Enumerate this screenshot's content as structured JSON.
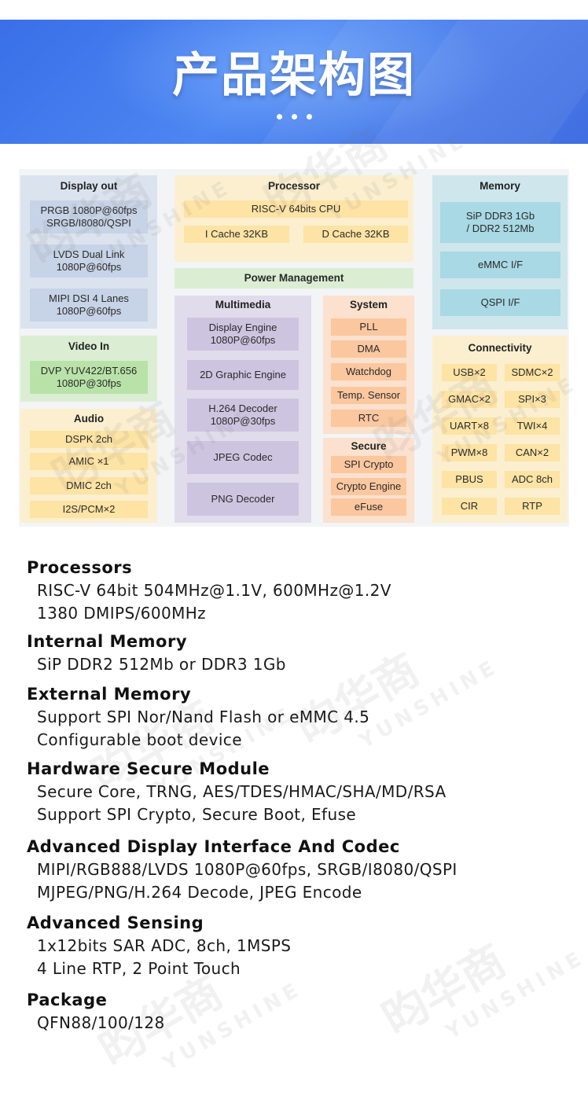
{
  "header": {
    "title": "产品架构图"
  },
  "watermark": {
    "cn": "昀华商",
    "en": "YUNSHINE"
  },
  "diagram": {
    "display_out": {
      "title": "Display out",
      "items": [
        "PRGB 1080P@60fps\nSRGB/I8080/QSPI",
        "LVDS Dual Link\n1080P@60fps",
        "MIPI DSI 4 Lanes\n1080P@60fps"
      ]
    },
    "video_in": {
      "title": "Video In",
      "items": [
        "DVP YUV422/BT.656\n1080P@30fps"
      ]
    },
    "audio": {
      "title": "Audio",
      "items": [
        "DSPK 2ch",
        "AMIC ×1",
        "DMIC 2ch",
        "I2S/PCM×2"
      ]
    },
    "processor": {
      "title": "Processor",
      "cpu": "RISC-V 64bits CPU",
      "icache": "I Cache 32KB",
      "dcache": "D Cache 32KB"
    },
    "power": {
      "title": "Power Management"
    },
    "multimedia": {
      "title": "Multimedia",
      "items": [
        "Display Engine\n1080P@60fps",
        "2D Graphic Engine",
        "H.264 Decoder\n1080P@30fps",
        "JPEG Codec",
        "PNG Decoder"
      ]
    },
    "system": {
      "title": "System",
      "items": [
        "PLL",
        "DMA",
        "Watchdog",
        "Temp. Sensor",
        "RTC"
      ]
    },
    "secure": {
      "title": "Secure",
      "items": [
        "SPI Crypto",
        "Crypto Engine",
        "eFuse"
      ]
    },
    "memory": {
      "title": "Memory",
      "items": [
        "SiP DDR3 1Gb\n/ DDR2 512Mb",
        "eMMC I/F",
        "QSPI  I/F"
      ]
    },
    "connectivity": {
      "title": "Connectivity",
      "items": [
        "USB×2",
        "SDMC×2",
        "GMAC×2",
        "SPI×3",
        "UART×8",
        "TWI×4",
        "PWM×8",
        "CAN×2",
        "PBUS",
        "ADC 8ch",
        "CIR",
        "RTP"
      ]
    }
  },
  "specs": [
    {
      "heading": "Processors",
      "lines": [
        "RISC-V 64bit 504MHz@1.1V, 600MHz@1.2V",
        "1380 DMIPS/600MHz"
      ]
    },
    {
      "heading": "Internal Memory",
      "lines": [
        "SiP DDR2 512Mb or DDR3 1Gb"
      ]
    },
    {
      "heading": "External Memory",
      "lines": [
        "Support SPI Nor/Nand Flash or eMMC 4.5",
        "Configurable boot device"
      ]
    },
    {
      "heading": "Hardware Secure Module",
      "lines": [
        "Secure Core, TRNG, AES/TDES/HMAC/SHA/MD/RSA",
        "Support SPI Crypto, Secure Boot, Efuse"
      ]
    },
    {
      "heading": "Advanced Display Interface And Codec",
      "lines": [
        "MIPI/RGB888/LVDS 1080P@60fps, SRGB/I8080/QSPI",
        "MJPEG/PNG/H.264 Decode, JPEG Encode"
      ]
    },
    {
      "heading": "Advanced Sensing",
      "lines": [
        "1x12bits SAR ADC, 8ch, 1MSPS",
        "4 Line RTP, 2 Point Touch"
      ]
    },
    {
      "heading": "Package",
      "lines": [
        "QFN88/100/128"
      ]
    }
  ]
}
